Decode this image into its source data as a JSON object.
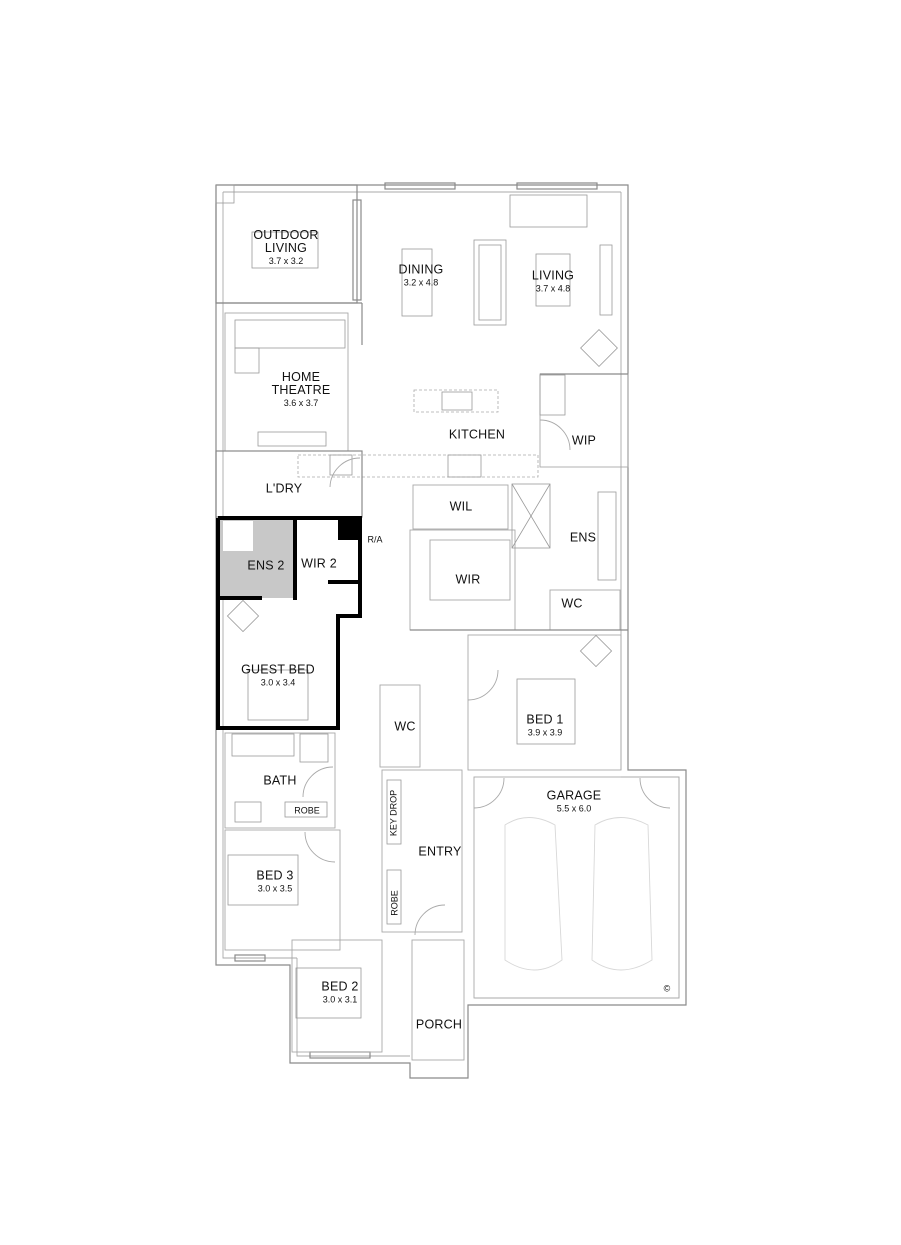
{
  "plan": {
    "rooms": [
      {
        "id": "outdoor_living",
        "name": "OUTDOOR\nLIVING",
        "dims": "3.7 x 3.2"
      },
      {
        "id": "dining",
        "name": "DINING",
        "dims": "3.2 x 4.8"
      },
      {
        "id": "living",
        "name": "LIVING",
        "dims": "3.7 x 4.8"
      },
      {
        "id": "home_theatre",
        "name": "HOME\nTHEATRE",
        "dims": "3.6 x 3.7"
      },
      {
        "id": "kitchen",
        "name": "KITCHEN",
        "dims": ""
      },
      {
        "id": "wip",
        "name": "WIP",
        "dims": ""
      },
      {
        "id": "laundry",
        "name": "L'DRY",
        "dims": ""
      },
      {
        "id": "wil",
        "name": "WIL",
        "dims": ""
      },
      {
        "id": "ens2",
        "name": "ENS 2",
        "dims": ""
      },
      {
        "id": "wir2",
        "name": "WIR 2",
        "dims": ""
      },
      {
        "id": "ra",
        "name": "R/A",
        "dims": ""
      },
      {
        "id": "ens",
        "name": "ENS",
        "dims": ""
      },
      {
        "id": "wir",
        "name": "WIR",
        "dims": ""
      },
      {
        "id": "wc_ens",
        "name": "WC",
        "dims": ""
      },
      {
        "id": "guest_bed",
        "name": "GUEST BED",
        "dims": "3.0 x 3.4"
      },
      {
        "id": "wc",
        "name": "WC",
        "dims": ""
      },
      {
        "id": "bed1",
        "name": "BED 1",
        "dims": "3.9 x 3.9"
      },
      {
        "id": "bath",
        "name": "BATH",
        "dims": ""
      },
      {
        "id": "robe_bath",
        "name": "ROBE",
        "dims": ""
      },
      {
        "id": "key_drop",
        "name": "KEY DROP",
        "dims": ""
      },
      {
        "id": "entry",
        "name": "ENTRY",
        "dims": ""
      },
      {
        "id": "garage",
        "name": "GARAGE",
        "dims": "5.5 x 6.0"
      },
      {
        "id": "bed3",
        "name": "BED 3",
        "dims": "3.0 x 3.5"
      },
      {
        "id": "robe_entry",
        "name": "ROBE",
        "dims": ""
      },
      {
        "id": "bed2",
        "name": "BED 2",
        "dims": "3.0 x 3.1"
      },
      {
        "id": "porch",
        "name": "PORCH",
        "dims": ""
      }
    ],
    "copyright_mark": "©",
    "colors": {
      "wall": "#8a8a8a",
      "highlight_wall": "#000000",
      "highlight_fill": "#c8c8c8",
      "background": "#ffffff"
    }
  }
}
